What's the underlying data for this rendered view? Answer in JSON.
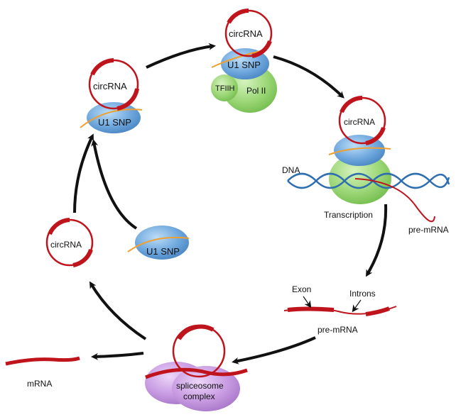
{
  "labels": {
    "circ_top": "circRNA",
    "u1_top": "U1 SNP",
    "tfiih": "TFIIH",
    "pol2": "Pol II",
    "circ_left": "circRNA",
    "u1_left": "U1 SNP",
    "circ_right": "circRNA",
    "dna": "DNA",
    "transcription": "Transcription",
    "pre_mrna_right": "pre-mRNA",
    "circ_mid_left": "circRNA",
    "u1_mid_left": "U1 SNP",
    "exon": "Exon",
    "introns": "Introns",
    "pre_mrna_bottom": "pre-mRNA",
    "spliceosome_line1": "spliceosome",
    "spliceosome_line2": "complex",
    "mrna": "mRNA"
  },
  "colors": {
    "rna_red": "#c0141c",
    "u1_blue": "#5b9bd5",
    "pol_green": "#8fd16a",
    "spliceosome_purple": "#c79be0",
    "dna_blue": "#2f6fb0",
    "orange": "#f0a030",
    "arrow": "#111111"
  }
}
